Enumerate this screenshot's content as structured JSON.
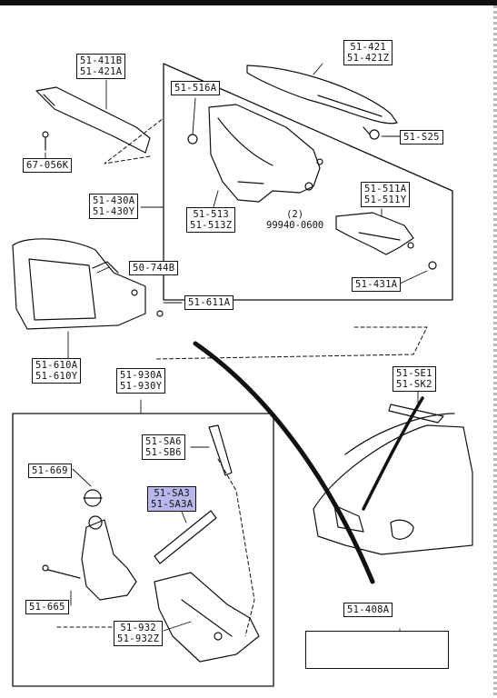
{
  "labels": {
    "l51_411b": [
      "51-411B",
      "51-421A"
    ],
    "l51_421": [
      "51-421",
      "51-421Z"
    ],
    "l51_516a": [
      "51-516A"
    ],
    "l51_s25": [
      "51-S25"
    ],
    "l67_056k": [
      "67-056K"
    ],
    "l51_430a": [
      "51-430A",
      "51-430Y"
    ],
    "l51_513": [
      "51-513",
      "51-513Z"
    ],
    "l51_511a": [
      "51-511A",
      "51-511Y"
    ],
    "l50_744b": [
      "50-744B"
    ],
    "l51_611a": [
      "51-611A"
    ],
    "l51_431a": [
      "51-431A"
    ],
    "l51_610a": [
      "51-610A",
      "51-610Y"
    ],
    "l51_930a": [
      "51-930A",
      "51-930Y"
    ],
    "l51_se1": [
      "51-SE1",
      "51-SK2"
    ],
    "l51_sa6": [
      "51-SA6",
      "51-SB6"
    ],
    "l51_669": [
      "51-669"
    ],
    "l51_sa3": [
      "51-SA3",
      "51-SA3A"
    ],
    "l51_665": [
      "51-665"
    ],
    "l51_932": [
      "51-932",
      "51-932Z"
    ],
    "l51_408a": [
      "51-408A"
    ]
  },
  "part_99940": {
    "qty": "(2)",
    "number": "99940-0600"
  },
  "colors": {
    "ink": "#111111",
    "highlight": "#b7b7ec",
    "paper": "#ffffff"
  }
}
